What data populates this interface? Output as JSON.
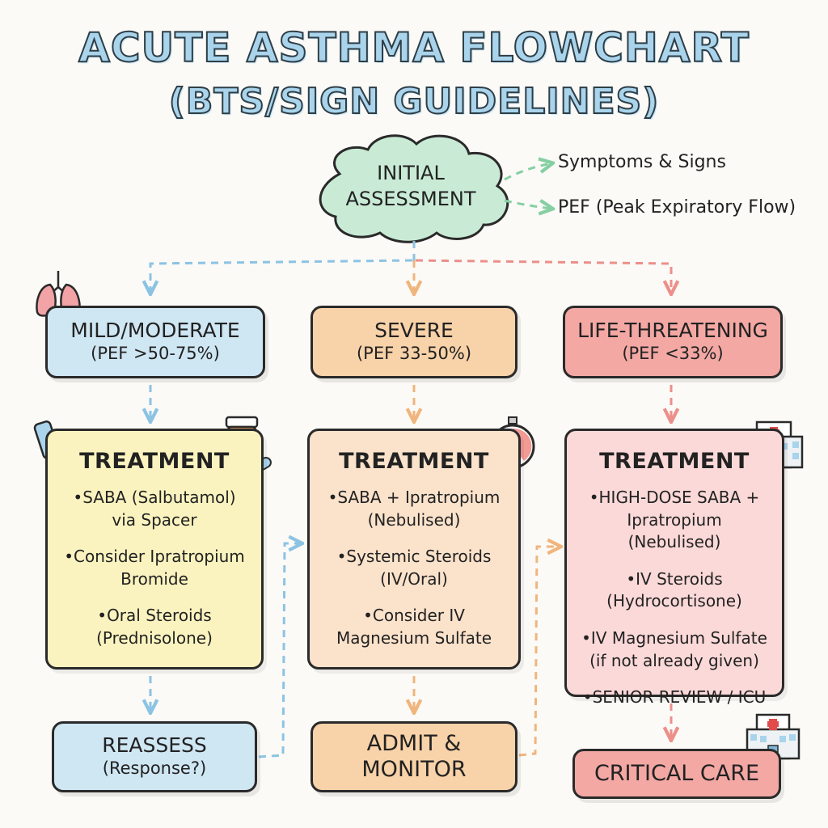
{
  "title": {
    "line1": "ACUTE ASTHMA FLOWCHART",
    "line2": "(BTS/SIGN GUIDELINES)"
  },
  "assessment": {
    "line1": "INITIAL",
    "line2": "ASSESSMENT",
    "outputs": [
      "Symptoms & Signs",
      "PEF (Peak Expiratory Flow)"
    ]
  },
  "columns": [
    {
      "severity": "MILD/MODERATE",
      "pef": "(PEF >50-75%)",
      "treatment_title": "TREATMENT",
      "treatments": [
        "SABA (Salbutamol) via Spacer",
        "Consider Ipratropium Bromide",
        "Oral Steroids (Prednisolone)"
      ],
      "outcome_line1": "REASSESS",
      "outcome_line2": "(Response?)"
    },
    {
      "severity": "SEVERE",
      "pef": "(PEF 33-50%)",
      "treatment_title": "TREATMENT",
      "treatments": [
        "SABA + Ipratropium (Nebulised)",
        "Systemic Steroids (IV/Oral)",
        "Consider IV Magnesium Sulfate"
      ],
      "outcome_line1": "ADMIT &",
      "outcome_line2": "MONITOR"
    },
    {
      "severity": "LIFE-THREATENING",
      "pef": "(PEF <33%)",
      "treatment_title": "TREATMENT",
      "treatments": [
        "HIGH-DOSE SABA + Ipratropium (Nebulised)",
        "IV Steroids (Hydrocortisone)",
        "IV Magnesium Sulfate (if not already given)",
        "SENIOR REVIEW / ICU"
      ],
      "outcome_line1": "CRITICAL CARE",
      "outcome_line2": ""
    }
  ],
  "colors": {
    "mild": "#cfe6f3",
    "severe": "#f8d2a8",
    "life": "#f3a8a4",
    "assessment": "#c9ebd6"
  },
  "icons": [
    "lungs-icon",
    "inhaler-icon",
    "pill-bottle-icon",
    "stopwatch-icon",
    "hospital-icon"
  ]
}
